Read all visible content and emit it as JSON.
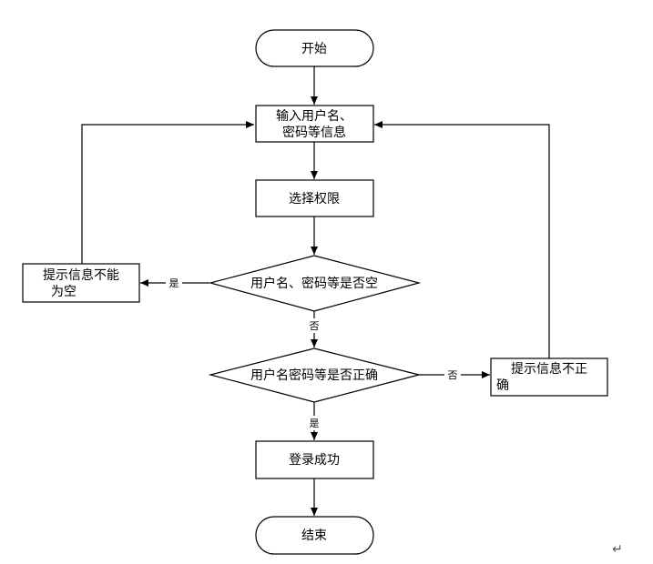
{
  "nodes": {
    "start": "开始",
    "input_line1": "输入用户名、",
    "input_line2": "密码等信息",
    "select_permission": "选择权限",
    "check_empty": "用户名、密码等是否空",
    "prompt_empty_line1": "提示信息不能",
    "prompt_empty_line2": "为空",
    "check_correct": "用户名密码等是否正确",
    "prompt_incorrect_line1": "提示信息不正",
    "prompt_incorrect_line2": "确",
    "login_success": "登录成功",
    "end": "结束"
  },
  "edges": {
    "empty_yes": "是",
    "empty_no": "否",
    "correct_no": "否",
    "correct_yes": "是"
  },
  "paragraph_mark": "↵"
}
